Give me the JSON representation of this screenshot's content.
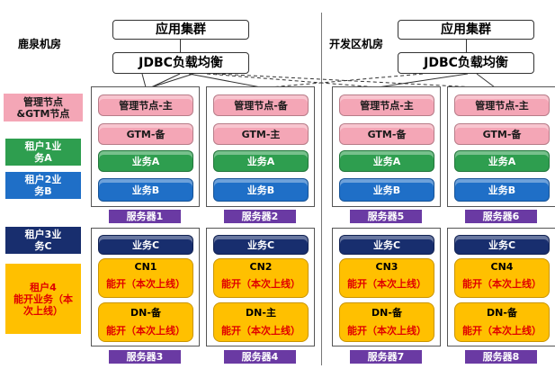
{
  "rooms": {
    "left": "鹿泉机房",
    "right": "开发区机房"
  },
  "app_cluster": "应用集群",
  "jdbc": "JDBC负载均衡",
  "side_labels": [
    {
      "text": "管理节点&GTM节点",
      "color": "#f4a6b6"
    },
    {
      "text": "租户1业务A",
      "color": "#2e9e4f"
    },
    {
      "text": "租户2业务B",
      "color": "#1f6fc7"
    },
    {
      "text": "租户3业务C",
      "color": "#182e6e"
    },
    {
      "text": "租户4",
      "color": "#ffc000"
    },
    {
      "text": "能开业务（本次上线）",
      "color": "#ffc000"
    }
  ],
  "top_servers": [
    {
      "label": "服务器1",
      "mgmt": "管理节点-主",
      "gtm": "GTM-备",
      "a": "业务A",
      "b": "业务B"
    },
    {
      "label": "服务器2",
      "mgmt": "管理节点-备",
      "gtm": "GTM-主",
      "a": "业务A",
      "b": "业务B"
    },
    {
      "label": "服务器5",
      "mgmt": "管理节点-主",
      "gtm": "GTM-备",
      "a": "业务A",
      "b": "业务B"
    },
    {
      "label": "服务器6",
      "mgmt": "管理节点-主",
      "gtm": "GTM-备",
      "a": "业务A",
      "b": "业务B"
    }
  ],
  "bottom_servers": [
    {
      "label": "服务器3",
      "c": "业务C",
      "cn": "CN1",
      "cn_sub": "能开（本次上线）",
      "dn": "DN-备",
      "dn_sub": "能开（本次上线）"
    },
    {
      "label": "服务器4",
      "c": "业务C",
      "cn": "CN2",
      "cn_sub": "能开（本次上线）",
      "dn": "DN-主",
      "dn_sub": "能开（本次上线）"
    },
    {
      "label": "服务器7",
      "c": "业务C",
      "cn": "CN3",
      "cn_sub": "能开（本次上线）",
      "dn": "DN-备",
      "dn_sub": "能开（本次上线）"
    },
    {
      "label": "服务器8",
      "c": "业务C",
      "cn": "CN4",
      "cn_sub": "能开（本次上线）",
      "dn": "DN-备",
      "dn_sub": "能开（本次上线）"
    }
  ]
}
